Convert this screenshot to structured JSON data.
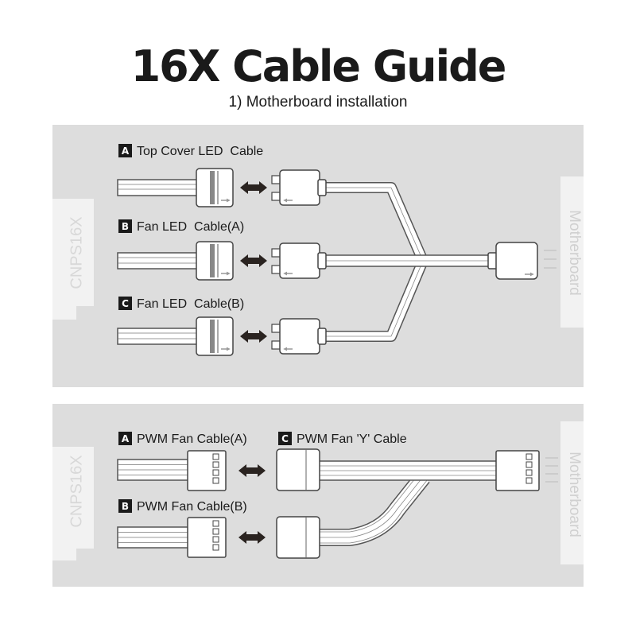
{
  "title": "16X Cable Guide",
  "subtitle": "1) Motherboard installation",
  "colors": {
    "panel": "#dddddd",
    "cable_fill": "#ffffff",
    "cable_line": "#555555",
    "badge": "#1a1a1a",
    "watermark": "#f2f2f2"
  },
  "section1": {
    "cooler_label": "CNPS16X",
    "motherboard_label": "Motherboard",
    "cables": [
      {
        "letter": "A",
        "label": "Top Cover LED  Cable"
      },
      {
        "letter": "B",
        "label": "Fan LED  Cable(A)"
      },
      {
        "letter": "C",
        "label": "Fan LED  Cable(B)"
      }
    ]
  },
  "section2": {
    "cooler_label": "CNPS16X",
    "motherboard_label": "Motherboard",
    "cables": [
      {
        "letter": "A",
        "label": "PWM Fan Cable(A)"
      },
      {
        "letter": "B",
        "label": "PWM Fan Cable(B)"
      },
      {
        "letter": "C",
        "label": "PWM Fan 'Y' Cable"
      }
    ]
  }
}
